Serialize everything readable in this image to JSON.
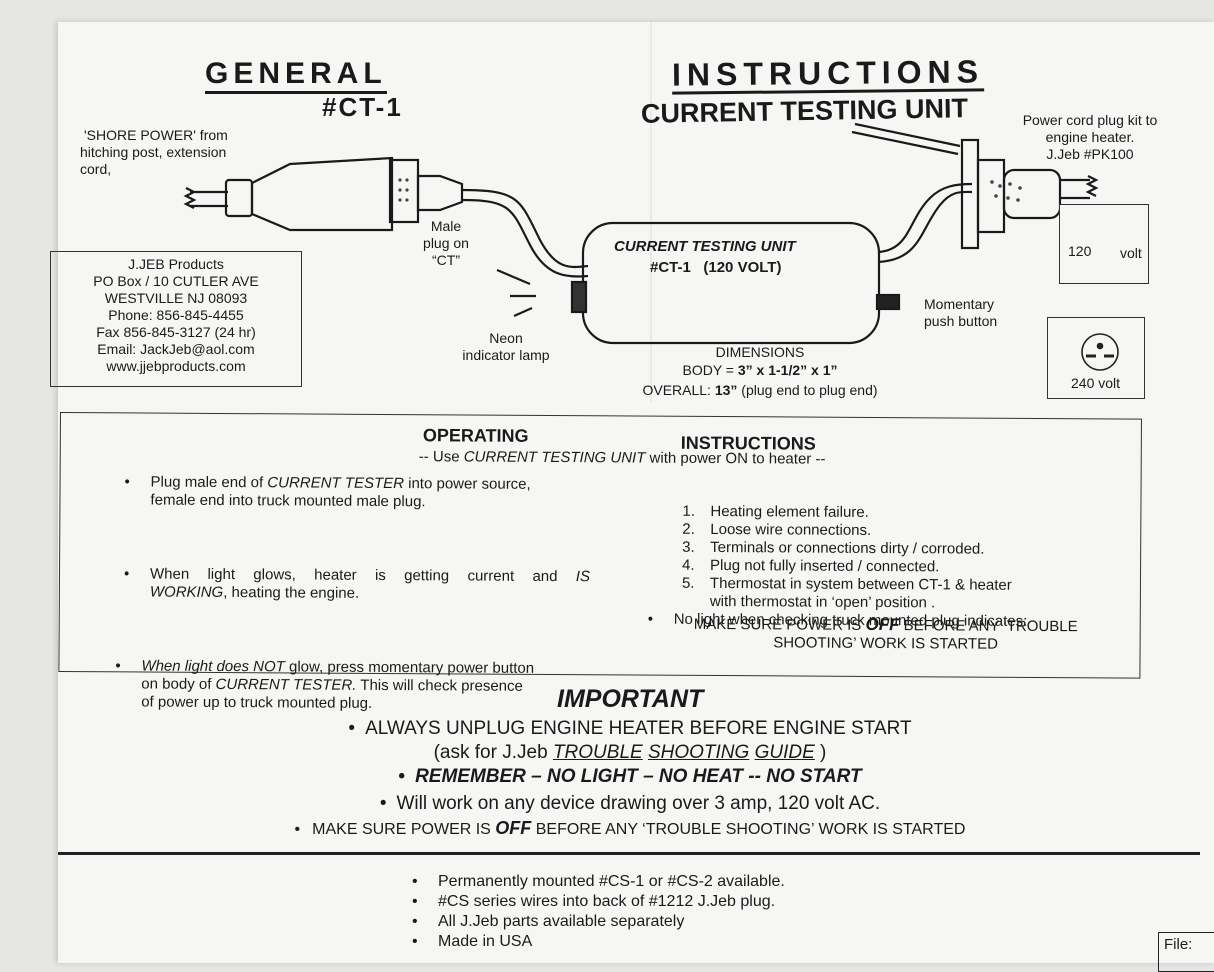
{
  "header": {
    "general": "GENERAL",
    "model": "#CT-1",
    "instructions": "INSTRUCTIONS",
    "subtitle": "CURRENT TESTING UNIT"
  },
  "diagram": {
    "shore_power": [
      "'SHORE POWER' from",
      "hitching post, extension",
      "cord,"
    ],
    "male_plug": [
      "Male",
      "plug on",
      "“CT”"
    ],
    "unit_title": "CURRENT TESTING UNIT",
    "unit_model": "#CT-1",
    "unit_voltage": "(120 VOLT)",
    "neon": [
      "Neon",
      "indicator lamp"
    ],
    "dimensions_label": "DIMENSIONS",
    "body_label": "BODY = ",
    "body_value": "3” x 1-1/2” x 1”",
    "overall_label": "OVERALL: ",
    "overall_value": "13”",
    "overall_note": " (plug end to plug end)",
    "momentary": [
      "Momentary",
      "push button"
    ],
    "power_cord": [
      "Power cord plug kit to",
      "engine heater.",
      "J.Jeb #PK100"
    ],
    "outlet_120_left": "120",
    "outlet_120_right": "volt",
    "outlet_240": "240 volt"
  },
  "address": [
    "J.JEB Products",
    "PO Box / 10 CUTLER AVE",
    "WESTVILLE  NJ  08093",
    "Phone: 856-845-4455",
    "Fax 856-845-3127 (24 hr)",
    "Email: JackJeb@aol.com",
    "www.jjebproducts.com"
  ],
  "operating": {
    "heading1": "OPERATING",
    "heading2": "INSTRUCTIONS",
    "use_prefix": "-- Use ",
    "use_italic": "CURRENT TESTING UNIT",
    "use_suffix": " with power ON to heater --",
    "b1_a": "Plug male end of ",
    "b1_i": "CURRENT TESTER",
    "b1_b": " into power source,",
    "b1_c": "female end into truck mounted male plug.",
    "b2_a": "When light glows, heater is getting current and ",
    "b2_i": "IS",
    "b2_i2": "WORKING",
    "b2_b": ", heating the engine.",
    "b3_a": "When light does ",
    "b3_i": "NOT",
    "b3_b": " glow, press momentary power button",
    "b3_c": "on body of ",
    "b3_i2": "CURRENT TESTER.",
    "b3_d": " This will check presence",
    "b3_e": "of power up to truck mounted plug.",
    "right_intro": "No light when checking truck mounted plug indicates:",
    "causes": [
      {
        "n": "1.",
        "t": "Heating element failure."
      },
      {
        "n": "2.",
        "t": "Loose wire connections."
      },
      {
        "n": "3.",
        "t": "Terminals or connections dirty / corroded."
      },
      {
        "n": "4.",
        "t": "Plug not fully inserted / connected."
      },
      {
        "n": "5.",
        "t": "Thermostat in system between CT-1 & heater"
      }
    ],
    "cause5_line2": "with thermostat in ‘open’ position .",
    "make_sure_a": "MAKE SURE POWER IS ",
    "make_sure_off": "OFF",
    "make_sure_b": " BEFORE ANY ‘TROUBLE",
    "make_sure_c": "SHOOTING’ WORK IS STARTED"
  },
  "important": {
    "heading": "IMPORTANT",
    "l1": "ALWAYS UNPLUG ENGINE HEATER BEFORE ENGINE START",
    "l2_a": "(ask for J.Jeb ",
    "l2_u1": "TROUBLE",
    "l2_u2": "SHOOTING",
    "l2_u3": "GUIDE",
    "l2_b": " )",
    "l3": "REMEMBER – NO LIGHT – NO HEAT -- NO START",
    "l4": "Will work on any device drawing over 3 amp, 120 volt AC.",
    "l5_a": "MAKE SURE POWER IS ",
    "l5_off": "OFF",
    "l5_b": " BEFORE ANY ‘TROUBLE SHOOTING’ WORK IS STARTED"
  },
  "footer": {
    "items": [
      "Permanently mounted #CS-1 or #CS-2 available.",
      "#CS series wires into back of #1212 J.Jeb plug.",
      "All J.Jeb parts available separately",
      "Made in USA"
    ],
    "file_label": "File:"
  }
}
